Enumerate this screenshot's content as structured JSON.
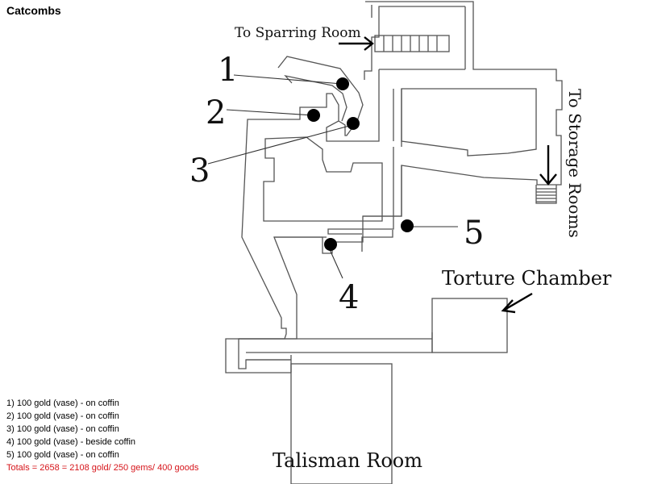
{
  "map": {
    "title": "Catcombs",
    "rooms": {
      "sparring_exit": "To Sparring Room",
      "storage_exit": "To Storage Rooms",
      "torture": "Torture Chamber",
      "talisman": "Talisman Room"
    },
    "markers": [
      {
        "number": "1"
      },
      {
        "number": "2"
      },
      {
        "number": "3"
      },
      {
        "number": "4"
      },
      {
        "number": "5"
      }
    ]
  },
  "legend": {
    "items": [
      "1) 100 gold (vase) - on coffin",
      "2) 100 gold (vase) - on coffin",
      "3) 100 gold (vase) - on coffin",
      "4) 100 gold (vase) - beside coffin",
      "5) 100 gold (vase) - on coffin"
    ],
    "totals": "Totals = 2658 = 2108 gold/ 250 gems/ 400 goods"
  },
  "colors": {
    "totals": "#d6141a",
    "walls": "#555555"
  }
}
